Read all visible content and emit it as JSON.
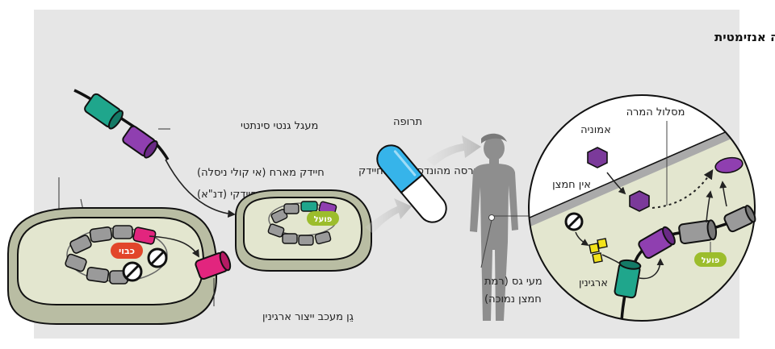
{
  "title": "ייצור חיידקים שיתמודדו עם הפרעה אנזימטית",
  "labels": {
    "synthetic_circuit": "מעגל גנטי סינתטי",
    "host_bacterium": "חיידק מארח (אי קולי ניסלה)",
    "bacterial_chromosome": "כרומוזום חיידקי (דנ\"א)",
    "off": "כבוי",
    "arginine_gene": "גֵן מעכב ייצור ארגינין",
    "engineered_version": "גרסה מהונדסת של החיידק",
    "active": "פועל",
    "drug": "תרופה",
    "gut_line1": "מעי גס (רמת",
    "gut_line2": "חמצן נמוכה)",
    "ammonia": "אמוניה",
    "conversion_pathway": "מסלול המרה",
    "no_oxygen": "אין חמצן",
    "arginine": "ארגינין",
    "active_right": "פועל"
  },
  "colors": {
    "panel": "#e6e6e6",
    "cell_fill": "#e3e6cf",
    "gene_gray": "#9a9a9a",
    "gene_purple": "#8f3fb0",
    "gene_teal": "#1fa68c",
    "gene_pink": "#e2257e",
    "active_green": "#9cbd2c",
    "off_red": "#e2452a",
    "ammonia_purple": "#7b3a9a",
    "arginine_yellow": "#f2e21a",
    "capsule_blue": "#36b4ea",
    "silhouette": "#8e8e8e"
  }
}
